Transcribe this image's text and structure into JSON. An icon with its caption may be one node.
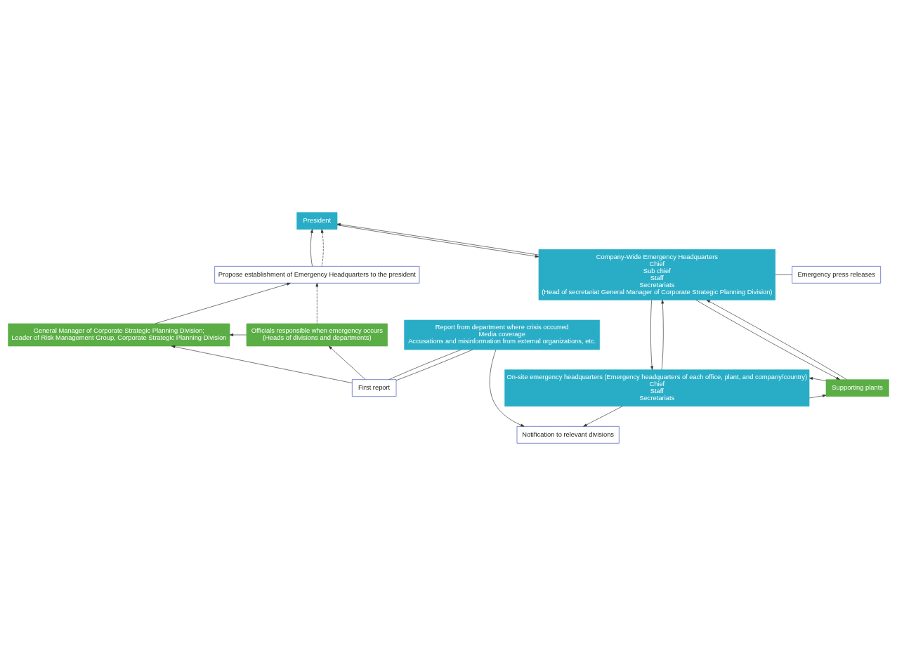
{
  "diagram": {
    "nodes": [
      {
        "text": [
          "President"
        ]
      },
      {
        "text": [
          "Propose establishment of Emergency Headquarters to the president"
        ]
      },
      {
        "text": [
          "Company-Wide Emergency Headquarters",
          "Chief",
          "Sub chief",
          "Staff",
          "Secretariats",
          "(Head of secretariat General Manager of Corporate Strategic Planning Division)"
        ]
      },
      {
        "text": [
          "Emergency press releases"
        ]
      },
      {
        "text": [
          "General Manager of Corporate Strategic Planning Division;",
          "Leader of Risk Management Group, Corporate Strategic Planning Division"
        ]
      },
      {
        "text": [
          "Officials responsible when emergency occurs",
          "(Heads of divisions and departments)"
        ]
      },
      {
        "text": [
          "First report"
        ]
      },
      {
        "text": [
          "Report from department where crisis occurred",
          "Media coverage",
          "Accusations and misinformation from external organizations, etc."
        ]
      },
      {
        "text": [
          "On-site emergency headquarters (Emergency headquarters of each office, plant, and company/country)",
          "Chief",
          "Staff",
          "Secretariats"
        ]
      },
      {
        "text": [
          "Supporting plants"
        ]
      },
      {
        "text": [
          "Notification to relevant divisions"
        ]
      }
    ],
    "edges": [
      {
        "from": 1,
        "to": 0,
        "arrow": "to"
      },
      {
        "from": 1,
        "to": 0,
        "arrow": "to",
        "style": "dashed"
      },
      {
        "from": 2,
        "to": 0,
        "arrow": "to"
      },
      {
        "from": 0,
        "to": 2,
        "arrow": "to"
      },
      {
        "from": 2,
        "to": 3,
        "arrow": "none"
      },
      {
        "from": 4,
        "to": 1,
        "arrow": "to"
      },
      {
        "from": 5,
        "to": 1,
        "arrow": "to",
        "style": "dashed"
      },
      {
        "from": 5,
        "to": 4,
        "arrow": "to"
      },
      {
        "from": 6,
        "to": 4,
        "arrow": "to"
      },
      {
        "from": 6,
        "to": 5,
        "arrow": "to"
      },
      {
        "from": 7,
        "to": 6,
        "arrow": "none"
      },
      {
        "from": 7,
        "to": 6,
        "arrow": "none"
      },
      {
        "from": 8,
        "to": 2,
        "arrow": "to"
      },
      {
        "from": 2,
        "to": 8,
        "arrow": "to"
      },
      {
        "from": 9,
        "to": 2,
        "arrow": "to"
      },
      {
        "from": 2,
        "to": 9,
        "arrow": "to"
      },
      {
        "from": 8,
        "to": 9,
        "arrow": "to"
      },
      {
        "from": 9,
        "to": 8,
        "arrow": "to"
      },
      {
        "from": 7,
        "to": 10,
        "arrow": "to"
      },
      {
        "from": 8,
        "to": 10,
        "arrow": "to"
      }
    ]
  }
}
